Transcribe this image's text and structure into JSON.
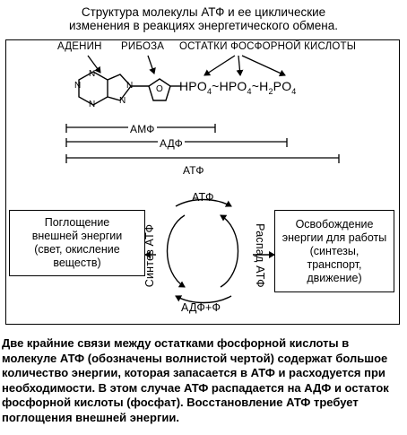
{
  "title": {
    "line1": "Структура молекулы АТФ и ее циклические",
    "line2": "изменения в реакциях энергетического обмена."
  },
  "labels": {
    "adenine": "АДЕНИН",
    "ribose": "РИБОЗА",
    "phosphate_residues": "ОСТАТКИ ФОСФОРНОЙ КИСЛОТЫ"
  },
  "structure": {
    "ring_N": "N",
    "O": "O",
    "p1": "HPO",
    "p1_sub": "4",
    "p2": "HPO",
    "p2_sub": "4",
    "p3_H": "H",
    "p3_sub_h": "2",
    "p3": "PO",
    "p3_sub": "4",
    "tilde": "~"
  },
  "brackets": {
    "amp": "АМФ",
    "adp": "АДФ",
    "atp": "АТФ"
  },
  "cycle": {
    "top": "АТФ",
    "bottom": "АДФ+Ф",
    "left": "Синтез АТФ",
    "right": "Распад АТФ"
  },
  "boxes": {
    "left": [
      "Поглощение",
      "внешней энергии",
      "(свет, окисление",
      "веществ)"
    ],
    "right": [
      "Освобождение",
      "энергии для работы",
      "(синтезы,",
      "транспорт,",
      "движение)"
    ]
  },
  "caption": [
    "Две крайние связи между остатками фосфорной кислоты в",
    "молекуле АТФ (обозначены волнистой чертой) содержат большое",
    "количество энергии, которая запасается в АТФ и расходуется при",
    "необходимости. В этом случае АТФ распадается на АДФ и остаток",
    "фосфорной кислоты (фосфат). Восстановление АТФ требует",
    "поглощения внешней энергии."
  ]
}
